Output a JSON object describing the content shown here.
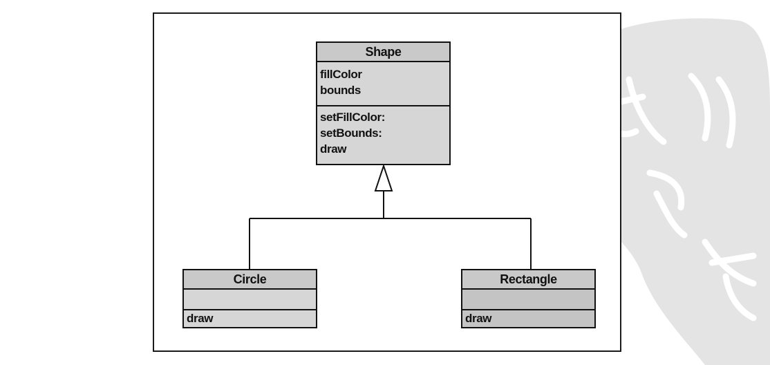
{
  "diagram": {
    "parent_class": {
      "name": "Shape",
      "attributes": [
        "fillColor",
        "bounds"
      ],
      "operations": [
        "setFillColor:",
        "setBounds:",
        "draw"
      ]
    },
    "child_classes": [
      {
        "name": "Circle",
        "attributes": [],
        "operations": [
          "draw"
        ]
      },
      {
        "name": "Rectangle",
        "attributes": [],
        "operations": [
          "draw"
        ]
      }
    ],
    "relationship": "generalization"
  },
  "colors": {
    "box_fill": "#d6d6d6",
    "stroke": "#111111",
    "stamp": "#e6e6e6"
  },
  "watermark": "seal stamp"
}
